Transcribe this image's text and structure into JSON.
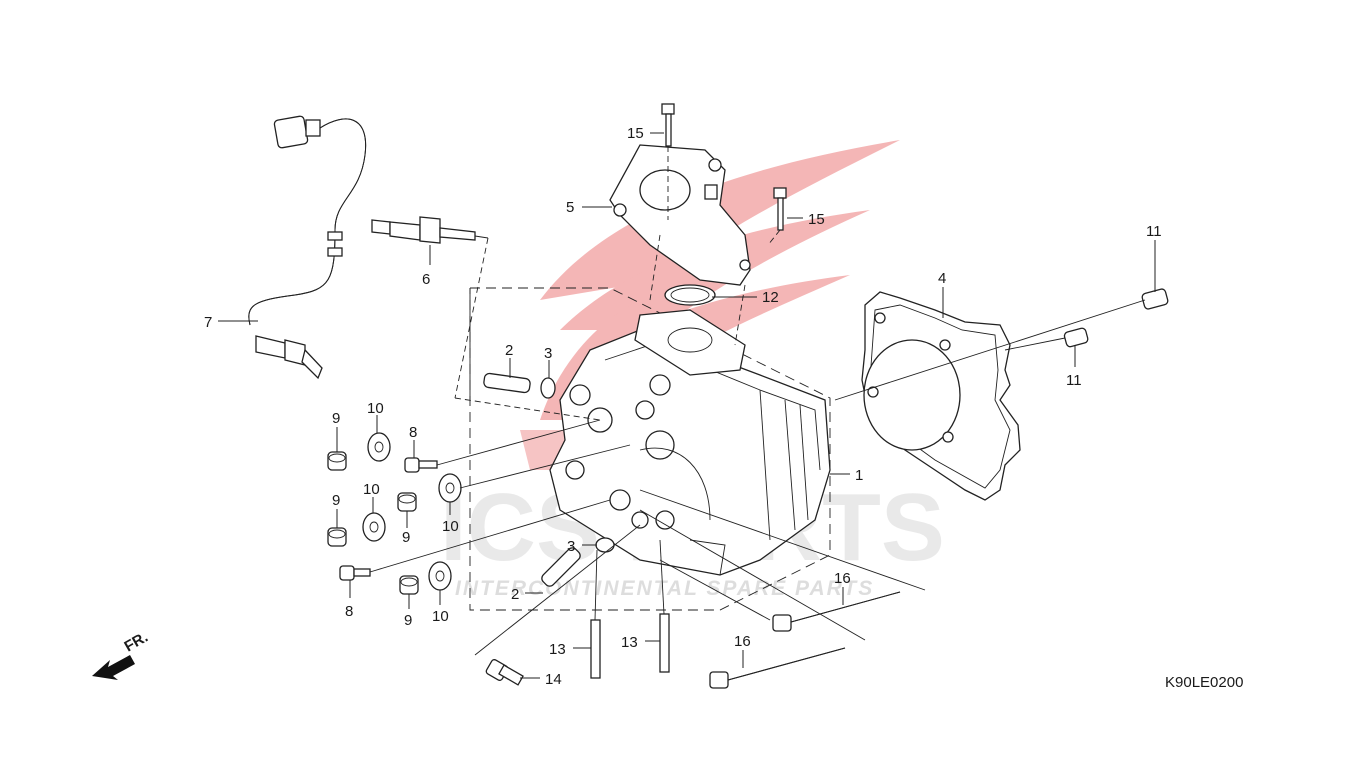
{
  "diagram": {
    "code": "K90LE0200",
    "direction_label": "FR.",
    "watermark": {
      "brand": "ICS PARTS",
      "tagline": "INTERCONTINENTAL SPARE PARTS"
    },
    "callouts": [
      {
        "id": "c15a",
        "text": "15"
      },
      {
        "id": "c15b",
        "text": "15"
      },
      {
        "id": "c5",
        "text": "5"
      },
      {
        "id": "c6",
        "text": "6"
      },
      {
        "id": "c7",
        "text": "7"
      },
      {
        "id": "c12",
        "text": "12"
      },
      {
        "id": "c4",
        "text": "4"
      },
      {
        "id": "c11a",
        "text": "11"
      },
      {
        "id": "c11b",
        "text": "11"
      },
      {
        "id": "c2a",
        "text": "2"
      },
      {
        "id": "c3a",
        "text": "3"
      },
      {
        "id": "c9a",
        "text": "9"
      },
      {
        "id": "c10a",
        "text": "10"
      },
      {
        "id": "c8a",
        "text": "8"
      },
      {
        "id": "c9b",
        "text": "9"
      },
      {
        "id": "c10b",
        "text": "10"
      },
      {
        "id": "c9c",
        "text": "9"
      },
      {
        "id": "c10c",
        "text": "10"
      },
      {
        "id": "c1",
        "text": "1"
      },
      {
        "id": "c3b",
        "text": "3"
      },
      {
        "id": "c2b",
        "text": "2"
      },
      {
        "id": "c8b",
        "text": "8"
      },
      {
        "id": "c9d",
        "text": "9"
      },
      {
        "id": "c10d",
        "text": "10"
      },
      {
        "id": "c16a",
        "text": "16"
      },
      {
        "id": "c16b",
        "text": "16"
      },
      {
        "id": "c13a",
        "text": "13"
      },
      {
        "id": "c13b",
        "text": "13"
      },
      {
        "id": "c14",
        "text": "14"
      }
    ]
  }
}
